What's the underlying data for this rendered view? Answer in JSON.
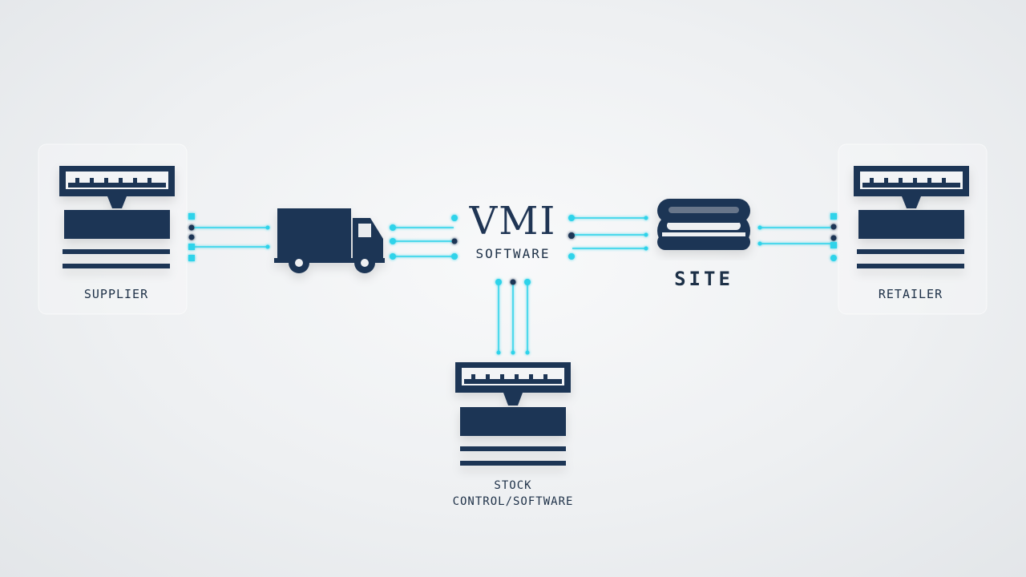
{
  "colors": {
    "navy": "#1f3554",
    "cyan": "#2fd3ea",
    "text": "#1d3047"
  },
  "icons": {
    "supplier": "server-terminal-icon",
    "transport": "delivery-truck-icon",
    "storage": "database-stack-icon",
    "retailer": "server-terminal-icon",
    "stock_control": "server-terminal-icon"
  },
  "nodes": {
    "supplier": {
      "label": "SUPPLIER"
    },
    "transport": {
      "label": ""
    },
    "vmi": {
      "title": "VMI",
      "subtitle": "SOFTWARE"
    },
    "storage": {
      "label": "SITE"
    },
    "retailer": {
      "label": "RETAILER"
    },
    "stock_control": {
      "label_line1": "STOCK",
      "label_line2": "CONTROL/SOFTWARE"
    }
  }
}
